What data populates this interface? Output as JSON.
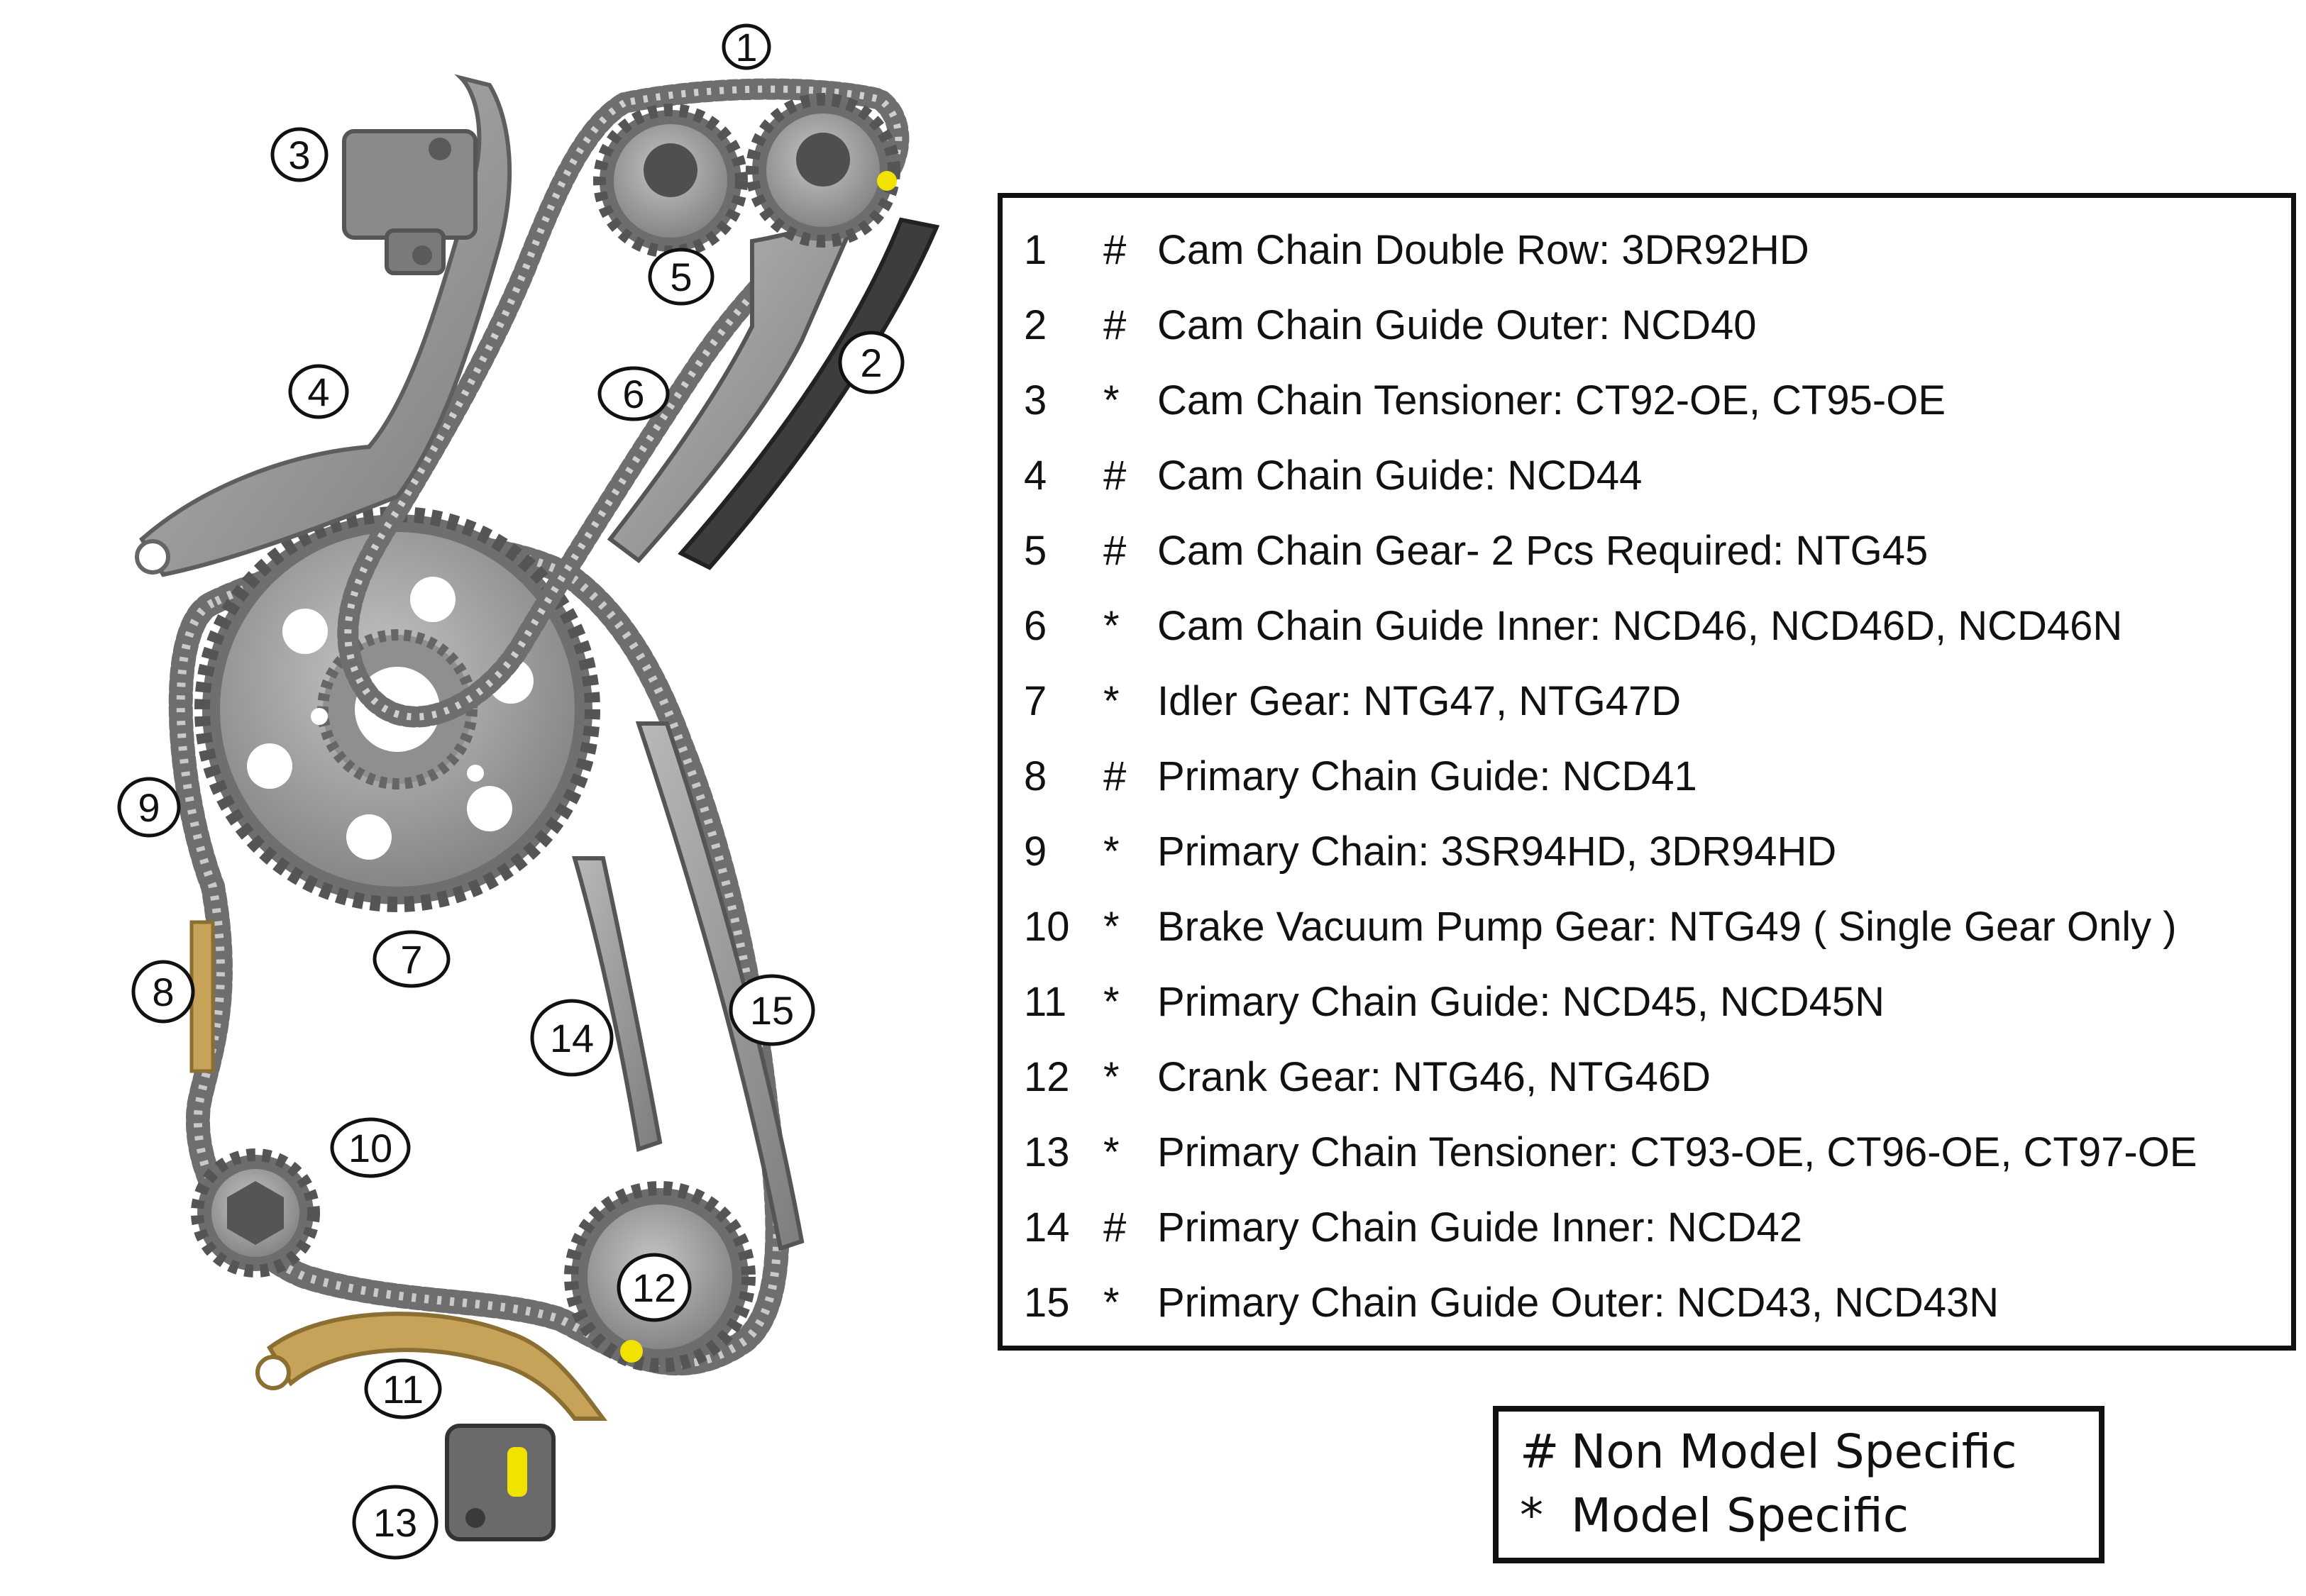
{
  "callouts": [
    "1",
    "2",
    "3",
    "4",
    "5",
    "6",
    "7",
    "8",
    "9",
    "10",
    "11",
    "12",
    "13",
    "14",
    "15"
  ],
  "parts": [
    {
      "num": "1",
      "sym": "#",
      "desc": "Cam Chain Double Row: 3DR92HD"
    },
    {
      "num": "2",
      "sym": "#",
      "desc": "Cam Chain Guide Outer: NCD40"
    },
    {
      "num": "3",
      "sym": "*",
      "desc": "Cam Chain Tensioner: CT92-OE, CT95-OE"
    },
    {
      "num": "4",
      "sym": "#",
      "desc": "Cam Chain Guide: NCD44"
    },
    {
      "num": "5",
      "sym": "#",
      "desc": "Cam Chain Gear- 2 Pcs Required: NTG45"
    },
    {
      "num": "6",
      "sym": "*",
      "desc": "Cam Chain Guide Inner: NCD46, NCD46D, NCD46N"
    },
    {
      "num": "7",
      "sym": "*",
      "desc": "Idler Gear:  NTG47, NTG47D"
    },
    {
      "num": "8",
      "sym": "#",
      "desc": "Primary Chain Guide: NCD41"
    },
    {
      "num": "9",
      "sym": "*",
      "desc": "Primary Chain: 3SR94HD, 3DR94HD"
    },
    {
      "num": "10",
      "sym": "*",
      "desc": "Brake Vacuum Pump Gear: NTG49 ( Single Gear Only )"
    },
    {
      "num": "11",
      "sym": "*",
      "desc": "Primary Chain Guide: NCD45, NCD45N"
    },
    {
      "num": "12",
      "sym": "*",
      "desc": "Crank Gear: NTG46, NTG46D"
    },
    {
      "num": "13",
      "sym": "*",
      "desc": "Primary Chain Tensioner: CT93-OE, CT96-OE, CT97-OE"
    },
    {
      "num": "14",
      "sym": "#",
      "desc": "Primary Chain Guide Inner: NCD42"
    },
    {
      "num": "15",
      "sym": "*",
      "desc": "Primary Chain Guide Outer: NCD43, NCD43N"
    }
  ],
  "legend": [
    {
      "sym": "#",
      "label": "Non Model Specific"
    },
    {
      "sym": "*",
      "label": "Model Specific"
    }
  ],
  "colors": {
    "metal": "#9a9a9a",
    "metal_dark": "#5d5d5d",
    "chain": "#7a7a7a",
    "guide_brass": "#c7a35a",
    "yellow_marker": "#f2e200"
  }
}
